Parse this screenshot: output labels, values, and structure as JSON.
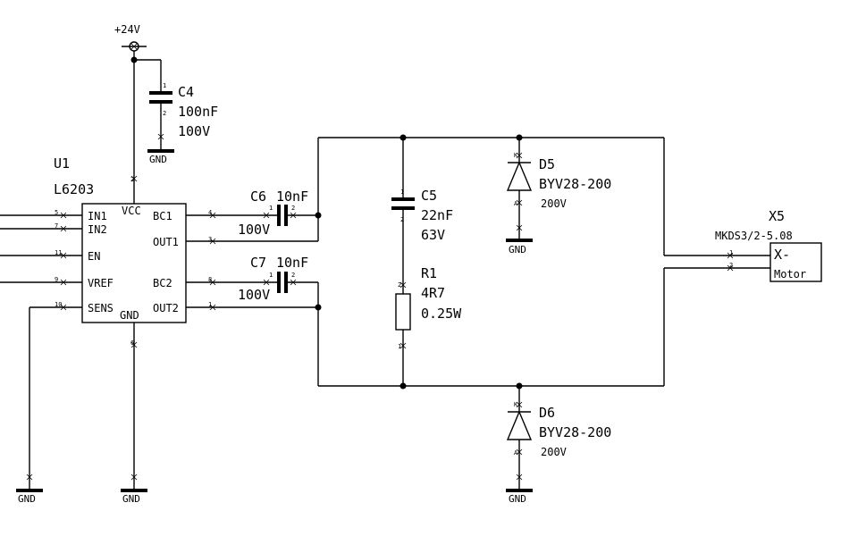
{
  "supply": {
    "label": "+24V"
  },
  "ground_label": "GND",
  "u1": {
    "ref": "U1",
    "value": "L6203",
    "pins": {
      "in1": "IN1",
      "in2": "IN2",
      "en": "EN",
      "vref": "VREF",
      "sens": "SENS",
      "vcc": "VCC",
      "gnd": "GND",
      "bc1": "BC1",
      "out1": "OUT1",
      "bc2": "BC2",
      "out2": "OUT2"
    },
    "pin_numbers": {
      "in1": "5",
      "in2": "7",
      "en": "11",
      "vref": "9",
      "sens": "10",
      "vcc": "2",
      "gnd": "6",
      "bc1": "4",
      "out1": "3",
      "bc2": "8",
      "out2": "1"
    }
  },
  "c4": {
    "ref": "C4",
    "value": "100nF",
    "voltage": "100V",
    "pin1": "1",
    "pin2": "2"
  },
  "c6": {
    "ref": "C6",
    "value": "10nF",
    "voltage": "100V",
    "pin1": "1",
    "pin2": "2"
  },
  "c7": {
    "ref": "C7",
    "value": "10nF",
    "voltage": "100V",
    "pin1": "1",
    "pin2": "2"
  },
  "c5": {
    "ref": "C5",
    "value": "22nF",
    "voltage": "63V",
    "pin1": "1",
    "pin2": "2"
  },
  "r1": {
    "ref": "R1",
    "value": "4R7",
    "power": "0.25W",
    "pin1": "1",
    "pin2": "2"
  },
  "d5": {
    "ref": "D5",
    "value": "BYV28-200",
    "voltage": "200V",
    "pin_k": "K",
    "pin_a": "A"
  },
  "d6": {
    "ref": "D6",
    "value": "BYV28-200",
    "voltage": "200V",
    "pin_k": "K",
    "pin_a": "A"
  },
  "x5": {
    "ref": "X5",
    "value": "MKDS3/2-5.08",
    "line1": "X-",
    "line2": "Motor",
    "pin1": "1",
    "pin2": "2"
  }
}
